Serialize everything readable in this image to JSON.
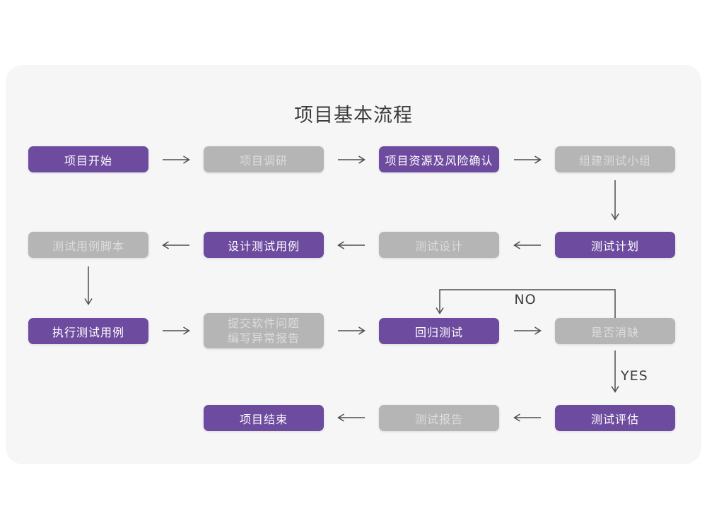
{
  "title": "项目基本流程",
  "nodes": {
    "project_start": {
      "label": "项目开始",
      "variant": "purple"
    },
    "project_research": {
      "label": "项目调研",
      "variant": "gray"
    },
    "project_resources_risk": {
      "label": "项目资源及风险确认",
      "variant": "purple"
    },
    "build_test_team": {
      "label": "组建测试小组",
      "variant": "gray"
    },
    "test_plan": {
      "label": "测试计划",
      "variant": "purple"
    },
    "test_design": {
      "label": "测试设计",
      "variant": "gray"
    },
    "design_test_cases": {
      "label": "设计测试用例",
      "variant": "purple"
    },
    "test_case_scripts": {
      "label": "测试用例脚本",
      "variant": "gray"
    },
    "execute_test_cases": {
      "label": "执行测试用例",
      "variant": "purple"
    },
    "submit_issue_report": {
      "line1": "提交软件问题",
      "line2": "编写异常报告",
      "variant": "gray"
    },
    "regression_test": {
      "label": "回归测试",
      "variant": "purple"
    },
    "defect_resolved": {
      "label": "是否消缺",
      "variant": "gray"
    },
    "test_evaluation": {
      "label": "测试评估",
      "variant": "purple"
    },
    "test_report": {
      "label": "测试报告",
      "variant": "gray"
    },
    "project_end": {
      "label": "项目结束",
      "variant": "purple"
    }
  },
  "edge_labels": {
    "no": "NO",
    "yes": "YES"
  },
  "edges": [
    {
      "from": "project_start",
      "to": "project_research"
    },
    {
      "from": "project_research",
      "to": "project_resources_risk"
    },
    {
      "from": "project_resources_risk",
      "to": "build_test_team"
    },
    {
      "from": "build_test_team",
      "to": "test_plan"
    },
    {
      "from": "test_plan",
      "to": "test_design"
    },
    {
      "from": "test_design",
      "to": "design_test_cases"
    },
    {
      "from": "design_test_cases",
      "to": "test_case_scripts"
    },
    {
      "from": "test_case_scripts",
      "to": "execute_test_cases"
    },
    {
      "from": "execute_test_cases",
      "to": "submit_issue_report"
    },
    {
      "from": "submit_issue_report",
      "to": "regression_test"
    },
    {
      "from": "regression_test",
      "to": "defect_resolved"
    },
    {
      "from": "defect_resolved",
      "to": "regression_test",
      "label": "NO"
    },
    {
      "from": "defect_resolved",
      "to": "test_evaluation",
      "label": "YES"
    },
    {
      "from": "test_evaluation",
      "to": "test_report"
    },
    {
      "from": "test_report",
      "to": "project_end"
    }
  ],
  "colors": {
    "purple_node": "#6d4b9e",
    "gray_node": "#b5b5b5",
    "purple_node_text": "#ffffff",
    "gray_node_text": "#dcdcdc",
    "arrow": "#4f4f4f",
    "card_background": "#f6f6f7",
    "title_text": "#3b3b3b"
  }
}
